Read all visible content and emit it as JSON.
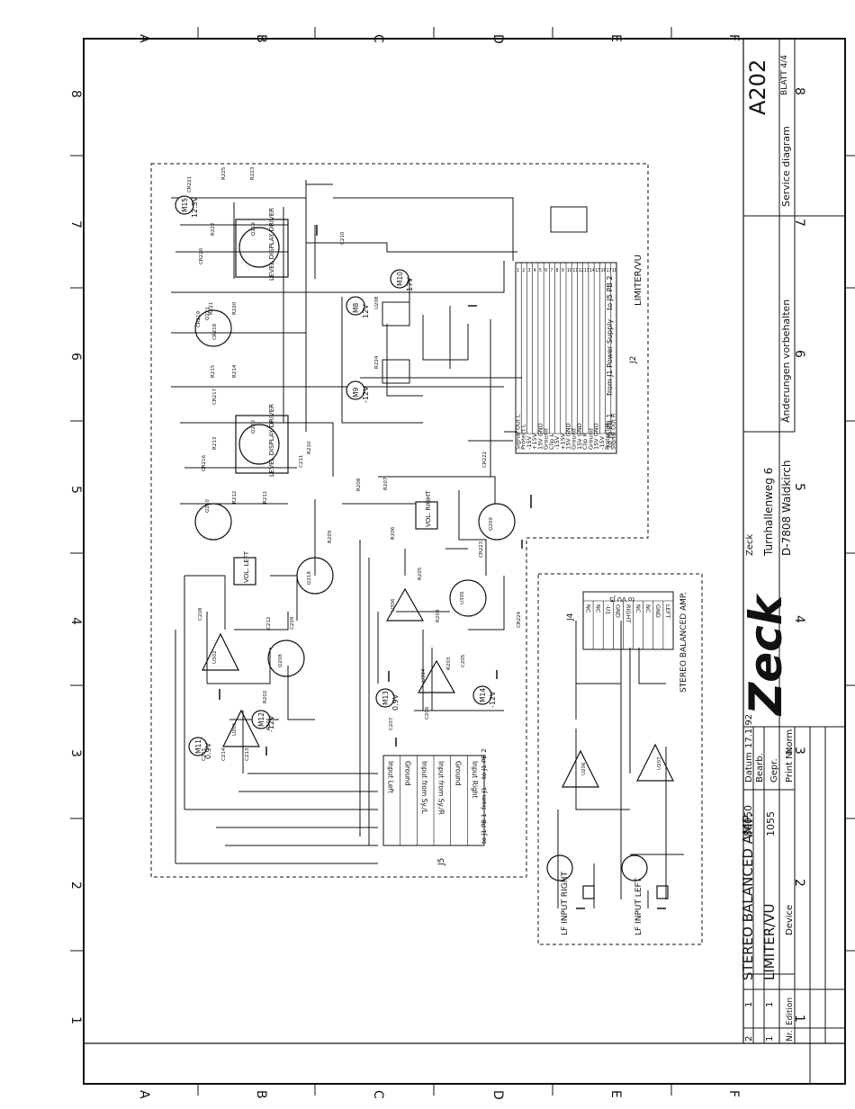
{
  "border": {
    "columns": [
      "A",
      "B",
      "C",
      "D",
      "E",
      "F"
    ],
    "rows": [
      "1",
      "2",
      "3",
      "4",
      "5",
      "6",
      "7",
      "8"
    ]
  },
  "title_block": {
    "drawing_number": "A202",
    "title_note": "Service diagram",
    "sheet": "BLATT 4/4",
    "remark": "Änderungen vorbehalten",
    "company": {
      "logo_text": "Zeck",
      "name": "Zeck",
      "street": "Turnhallenweg 6",
      "city": "D-7808 Waldkirch"
    },
    "date_label": "Datum",
    "date": "17.1.92",
    "bearb_label": "Bearb.",
    "gepr_label": "Gepr.",
    "norm_label": "Norm",
    "print_nr_label": "Print Nr.",
    "print_nr_1": "89050",
    "print_nr_2": "1055",
    "device_label": "Device",
    "device_lines": [
      "STEREO BALANCED AMP.",
      "LIMITER/VU"
    ],
    "revisions": [
      {
        "nr": "2",
        "edition": "1"
      },
      {
        "nr": "1",
        "edition": "1"
      }
    ],
    "nr_label": "Nr.",
    "edition_label": "Edition"
  },
  "connectors": {
    "j2_label": "J2",
    "j2_caption": "LIMITER/VU",
    "j2_pins": [
      "Signal Out L",
      "Protect L",
      "-15V",
      "+15V",
      "15V GND",
      "Ground",
      "Clip L",
      "-15V",
      "+15V",
      "15V GND",
      "Ground",
      "15V GND",
      "Clip R",
      "Ground",
      "15V GND",
      "-15V",
      "Protect R",
      "Signal Out R"
    ],
    "j2_groups": [
      "to J6 PB 1",
      "from J1 Power Supply",
      "to J5 PB 2"
    ],
    "j5_label": "J5",
    "j5_pins": [
      "Input Left",
      "Ground",
      "Input from Sy./L",
      "Input from Sy./R",
      "Ground",
      "Input Right"
    ],
    "j5_groups": [
      "to J1 PB 1",
      "from J1",
      "to J1 PB 2"
    ],
    "j4_label": "J4",
    "j4_caption": "STEREO BALANCED AMP.",
    "j4_pins": [
      "NC",
      "NC",
      "-U1",
      "GND",
      "RIGHT",
      "NC",
      "NC",
      "GND",
      "LEFT"
    ],
    "j4_group": "to VU J5"
  },
  "labels": {
    "vol_left": "VOL. LEFT",
    "vol_right": "VOL. RIGHT",
    "level_display": "LEVEL DISPLAY DRIVER",
    "lf_input_right": "LF INPUT RIGHT",
    "lf_input_left": "LF INPUT LEFT"
  },
  "test_points": [
    {
      "id": "M15",
      "voltage": "12.5V"
    },
    {
      "id": "M10",
      "voltage": "17V"
    },
    {
      "id": "M8",
      "voltage": "12V"
    },
    {
      "id": "M9",
      "voltage": "-12V"
    },
    {
      "id": "M11",
      "voltage": "0.9V"
    },
    {
      "id": "M12",
      "voltage": "-12V"
    },
    {
      "id": "M13",
      "voltage": "0.9V"
    },
    {
      "id": "M14",
      "voltage": "-12V"
    }
  ],
  "components": {
    "transistors": [
      "Q219",
      "Q221",
      "Q220",
      "Q210",
      "Q218",
      "Q208",
      "Q209"
    ],
    "ics": [
      "U305",
      "U306",
      "U304",
      "U302",
      "U205",
      "U206",
      "U207",
      "U208"
    ],
    "resistors": [
      "R224",
      "R225",
      "R223",
      "R222",
      "R221",
      "R220",
      "R215",
      "R214",
      "R213",
      "R212",
      "R211",
      "R210",
      "R209",
      "R208",
      "R207",
      "R206",
      "R205",
      "R204",
      "R203",
      "R202",
      "R201"
    ],
    "capacitors": [
      "C215",
      "C214",
      "C213",
      "C212",
      "C211",
      "C210",
      "C209",
      "C208",
      "C207",
      "C206",
      "C205"
    ],
    "diodes": [
      "CR224",
      "CR223",
      "CR222",
      "CR221",
      "CR220",
      "CR219",
      "CR218",
      "CR217",
      "CR216"
    ]
  }
}
